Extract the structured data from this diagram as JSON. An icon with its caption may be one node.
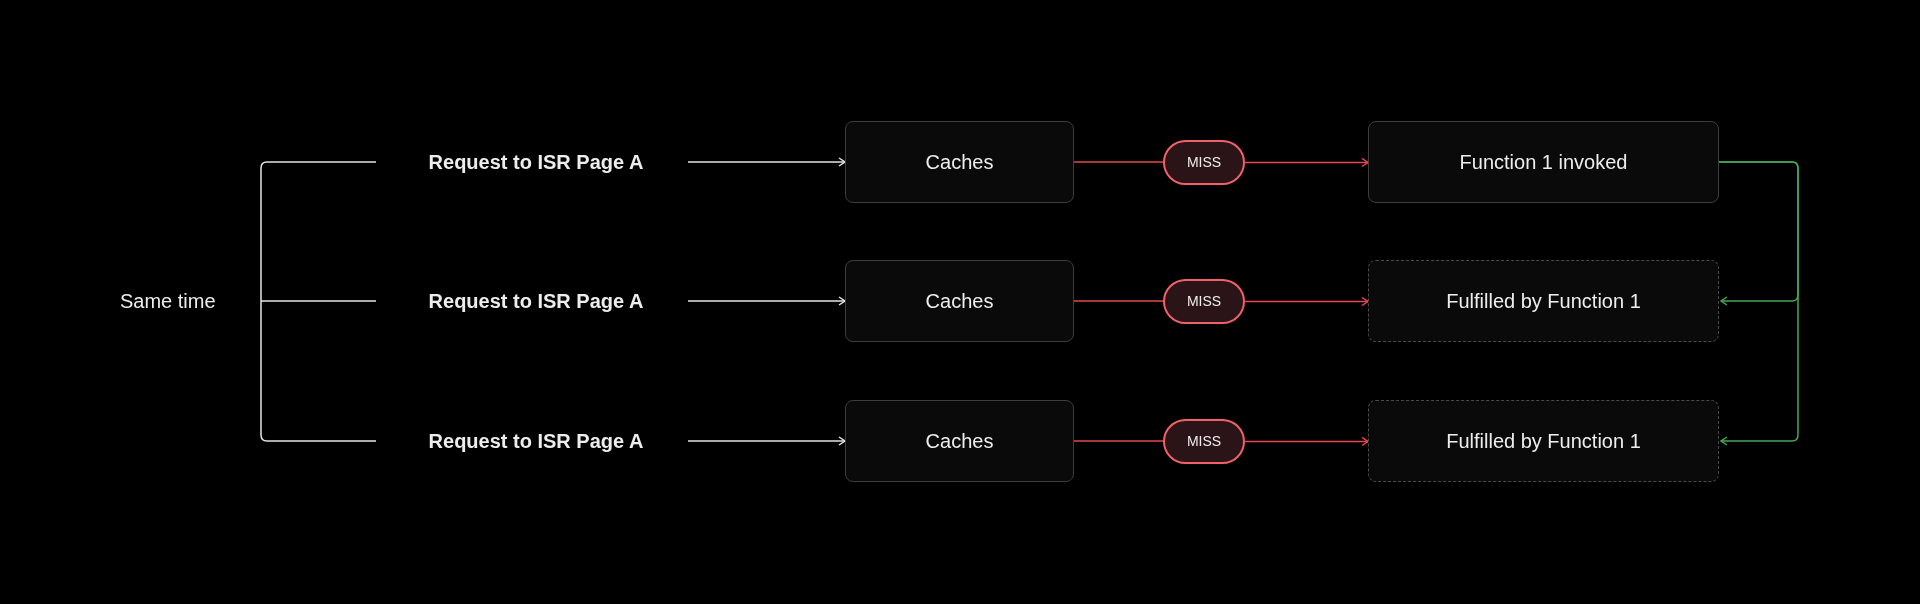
{
  "diagram": {
    "nodes": [
      {
        "text": [
          "Same time"
        ]
      },
      {
        "text": [
          "Request to ISR Page A"
        ]
      },
      {
        "text": [
          "Request to ISR Page A"
        ]
      },
      {
        "text": [
          "Request to ISR Page A"
        ]
      },
      {
        "text": [
          "Caches"
        ]
      },
      {
        "text": [
          "Caches"
        ]
      },
      {
        "text": [
          "Caches"
        ]
      },
      {
        "text": [
          "MISS"
        ]
      },
      {
        "text": [
          "MISS"
        ]
      },
      {
        "text": [
          "MISS"
        ]
      },
      {
        "text": [
          "Function 1 invoked"
        ]
      },
      {
        "text": [
          "Fulfilled by Function 1"
        ]
      },
      {
        "text": [
          "Fulfilled by Function 1"
        ]
      }
    ],
    "edges": [
      {
        "from": 0,
        "to": 1,
        "arrow": "none"
      },
      {
        "from": 0,
        "to": 2,
        "arrow": "none"
      },
      {
        "from": 0,
        "to": 3,
        "arrow": "none"
      },
      {
        "from": 1,
        "to": 4,
        "arrow": "to"
      },
      {
        "from": 2,
        "to": 5,
        "arrow": "to"
      },
      {
        "from": 3,
        "to": 6,
        "arrow": "to"
      },
      {
        "from": 4,
        "to": 7,
        "arrow": "none",
        "color": "#e5484d"
      },
      {
        "from": 7,
        "to": 10,
        "arrow": "to",
        "color": "#e5484d"
      },
      {
        "from": 5,
        "to": 8,
        "arrow": "none",
        "color": "#e5484d"
      },
      {
        "from": 8,
        "to": 11,
        "arrow": "to",
        "color": "#e5484d"
      },
      {
        "from": 6,
        "to": 9,
        "arrow": "none",
        "color": "#e5484d"
      },
      {
        "from": 9,
        "to": 12,
        "arrow": "to",
        "color": "#e5484d"
      },
      {
        "from": 10,
        "to": 11,
        "arrow": "to",
        "color": "#46a758"
      },
      {
        "from": 10,
        "to": 12,
        "arrow": "to",
        "color": "#46a758"
      }
    ]
  }
}
